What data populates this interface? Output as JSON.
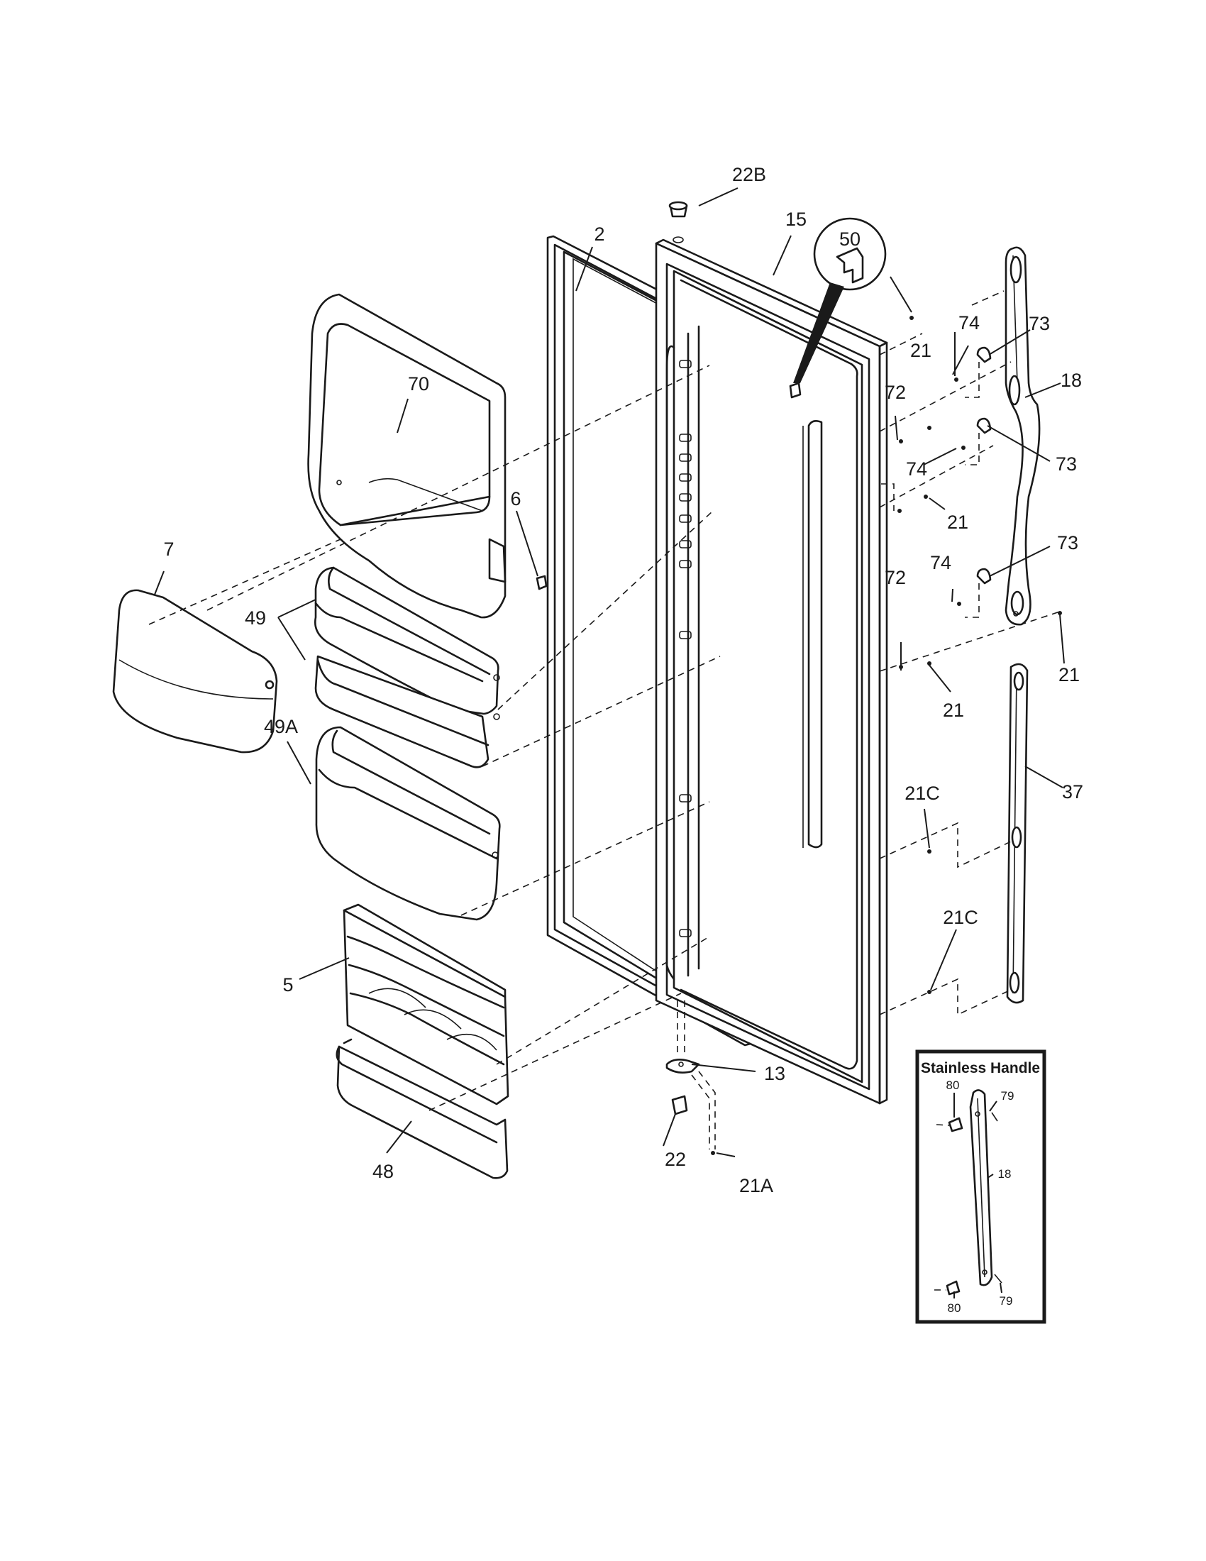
{
  "diagram": {
    "callouts": {
      "c22b": "22B",
      "c2": "2",
      "c15": "15",
      "c50": "50",
      "c70": "70",
      "c74a": "74",
      "c73a": "73",
      "c21a": "21",
      "c18": "18",
      "c72a": "72",
      "c74b": "74",
      "c73b": "73",
      "c6": "6",
      "c7": "7",
      "c21b": "21",
      "c49": "49",
      "c74c": "74",
      "c73c": "73",
      "c72b": "72",
      "c21c": "21",
      "c21d": "21",
      "c49a": "49A",
      "c37": "37",
      "c21c1": "21C",
      "c21c2": "21C",
      "c5": "5",
      "c13": "13",
      "c22": "22",
      "c21A": "21A",
      "c48": "48"
    },
    "inset": {
      "title": "Stainless Handle",
      "c80a": "80",
      "c79a": "79",
      "c18": "18",
      "c80b": "80",
      "c79b": "79"
    }
  }
}
